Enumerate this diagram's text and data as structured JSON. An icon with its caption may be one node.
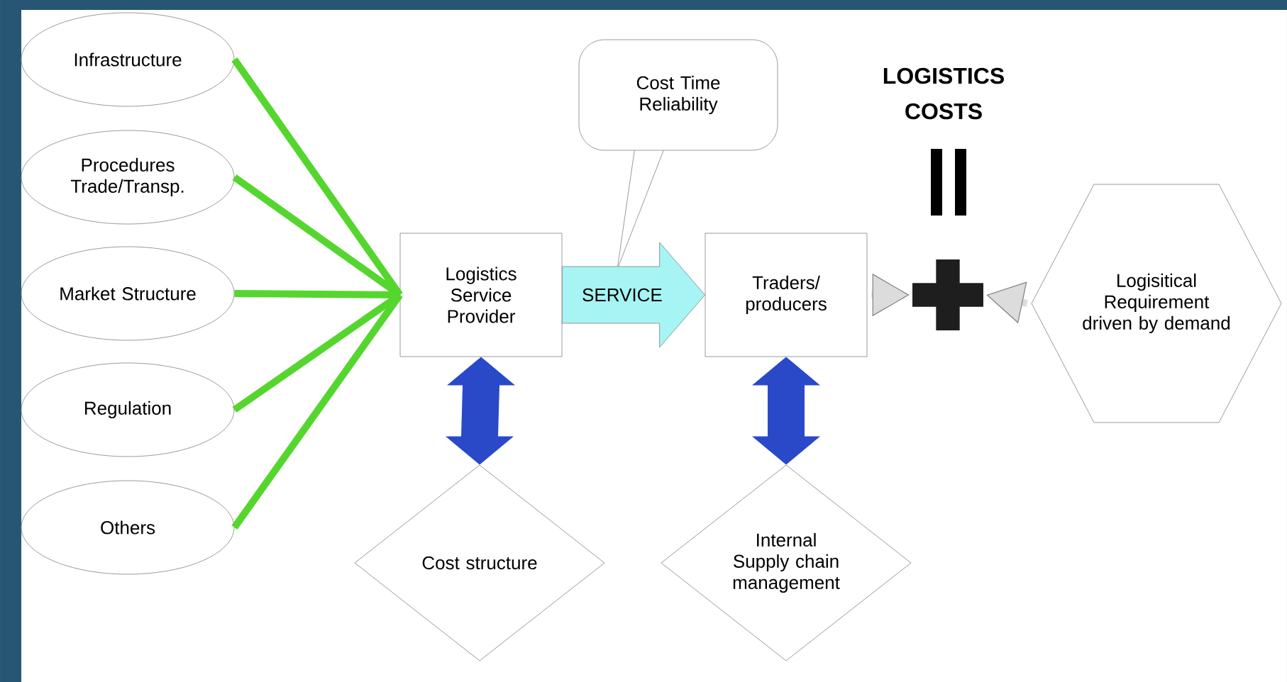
{
  "diagram": {
    "nodes": [
      {
        "text": [
          "Infrastructure"
        ]
      },
      {
        "text": [
          "Procedures Trade/Transp."
        ]
      },
      {
        "text": [
          "Market Structure"
        ]
      },
      {
        "text": [
          "Regulation"
        ]
      },
      {
        "text": [
          "Others"
        ]
      },
      {
        "text": [
          "Logistics Service Provider"
        ]
      },
      {
        "text": [
          "Cost Time Reliability"
        ]
      },
      {
        "text": [
          "Traders/ producers"
        ]
      },
      {
        "text": [
          "Logisitical Requirement driven by demand"
        ]
      },
      {
        "text": [
          "Cost structure"
        ]
      },
      {
        "text": [
          "Internal Supply chain management"
        ]
      },
      {
        "text": [],
        "shape": "cross"
      }
    ],
    "edges": [
      {
        "from": 0,
        "to": 5,
        "arrow": "none"
      },
      {
        "from": 1,
        "to": 5,
        "arrow": "none"
      },
      {
        "from": 2,
        "to": 5,
        "arrow": "none"
      },
      {
        "from": 3,
        "to": 5,
        "arrow": "none"
      },
      {
        "from": 4,
        "to": 5,
        "arrow": "none"
      },
      {
        "from": 5,
        "to": 7,
        "arrow": "to",
        "label": "SERVICE",
        "style": "thick",
        "color": "#a6f4f4"
      },
      {
        "from": 5,
        "to": 9,
        "arrow": "both",
        "style": "thick",
        "color": "#2a49c9"
      },
      {
        "from": 7,
        "to": 10,
        "arrow": "both",
        "style": "thick",
        "color": "#2a49c9"
      },
      {
        "from": 7,
        "to": 11,
        "arrow": "to",
        "color": "#dcdcdc"
      },
      {
        "from": 8,
        "to": 11,
        "arrow": "to",
        "color": "#dcdcdc"
      }
    ],
    "labels": [
      "LOGISTICS COSTS"
    ]
  }
}
